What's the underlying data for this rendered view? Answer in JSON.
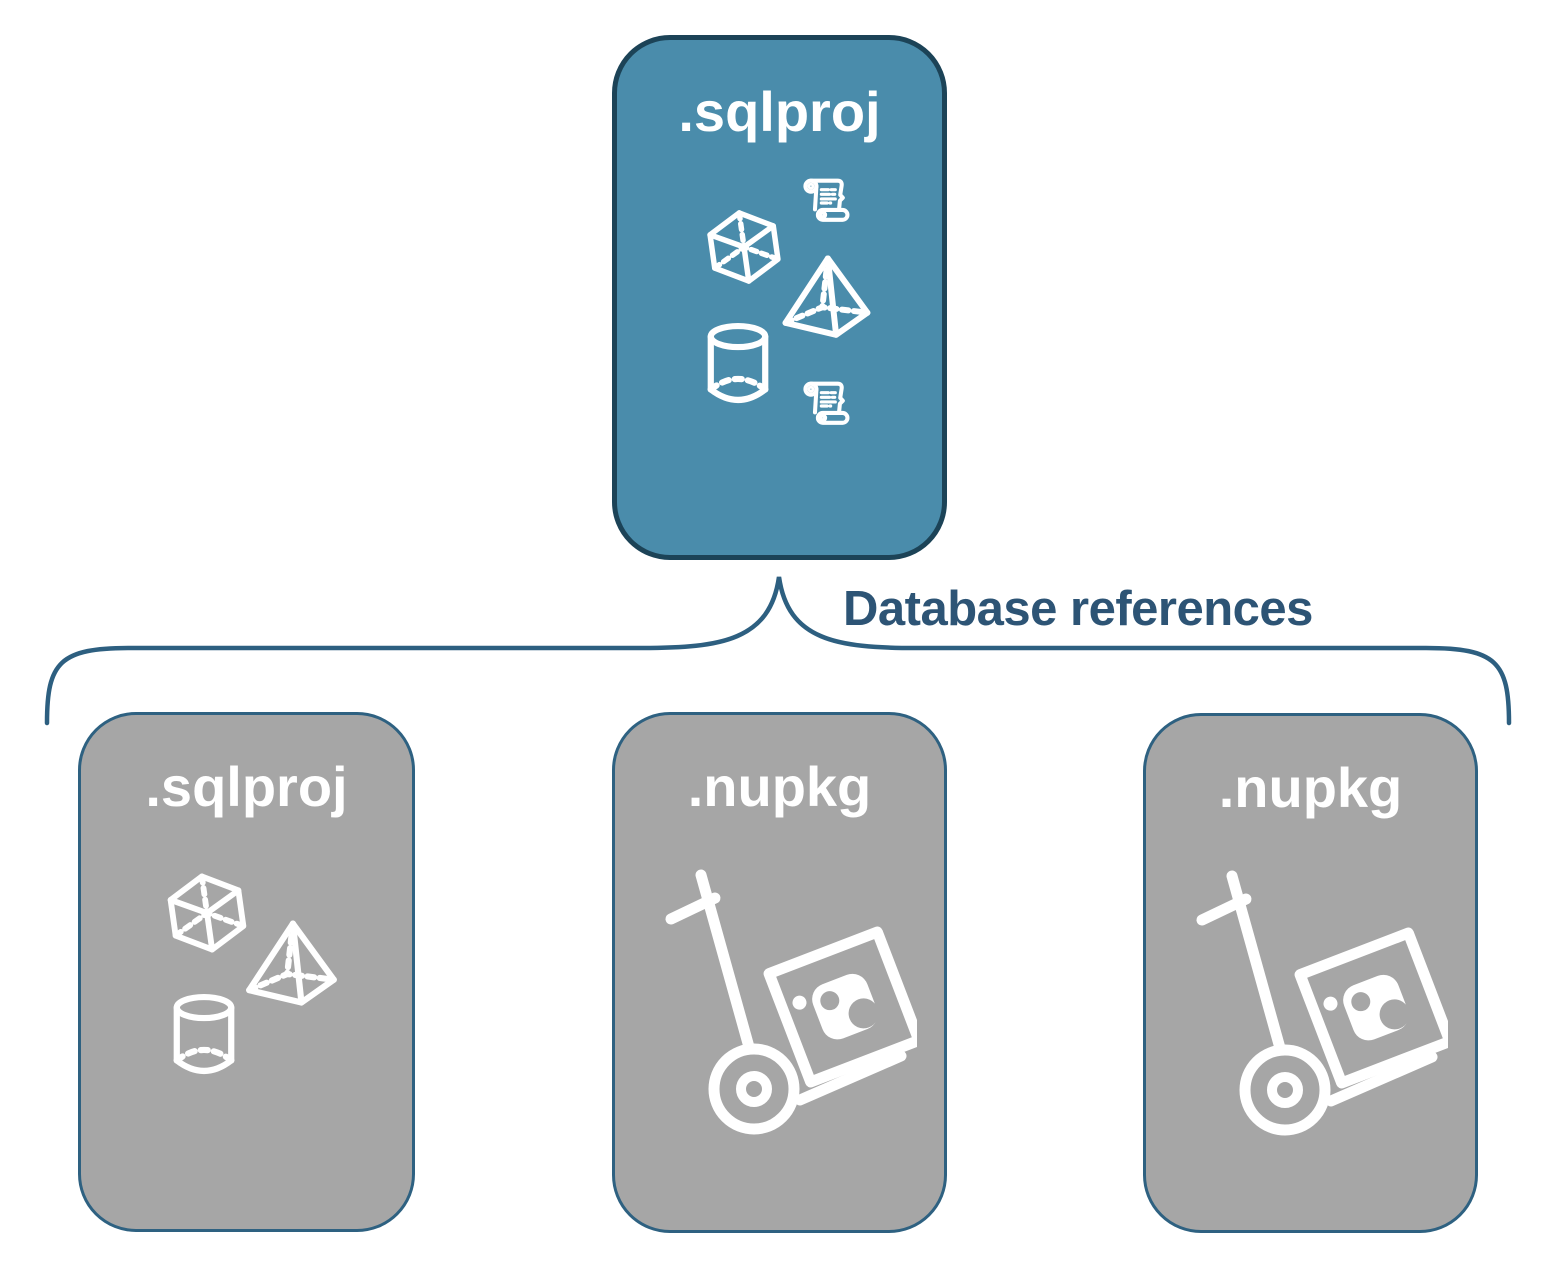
{
  "diagram": {
    "caption": "Database references",
    "main_node": {
      "label": ".sqlproj",
      "icons": [
        "cube-icon",
        "script-scroll-icon",
        "pyramid-icon",
        "database-cylinder-icon",
        "script-scroll-icon"
      ]
    },
    "child_nodes": [
      {
        "label": ".sqlproj",
        "icons": [
          "cube-icon",
          "pyramid-icon",
          "database-cylinder-icon"
        ]
      },
      {
        "label": ".nupkg",
        "icons": [
          "package-handtruck-icon"
        ]
      },
      {
        "label": ".nupkg",
        "icons": [
          "package-handtruck-icon"
        ]
      }
    ],
    "palette": {
      "main_node_fill": "#4a8cab",
      "main_node_border": "#1c4357",
      "child_node_fill": "#a6a6a6",
      "child_node_border": "#2e6181",
      "connector": "#2d5f80",
      "caption_text": "#2d5475",
      "node_text": "#ffffff",
      "icon_stroke": "#ffffff",
      "background": "#ffffff"
    }
  }
}
